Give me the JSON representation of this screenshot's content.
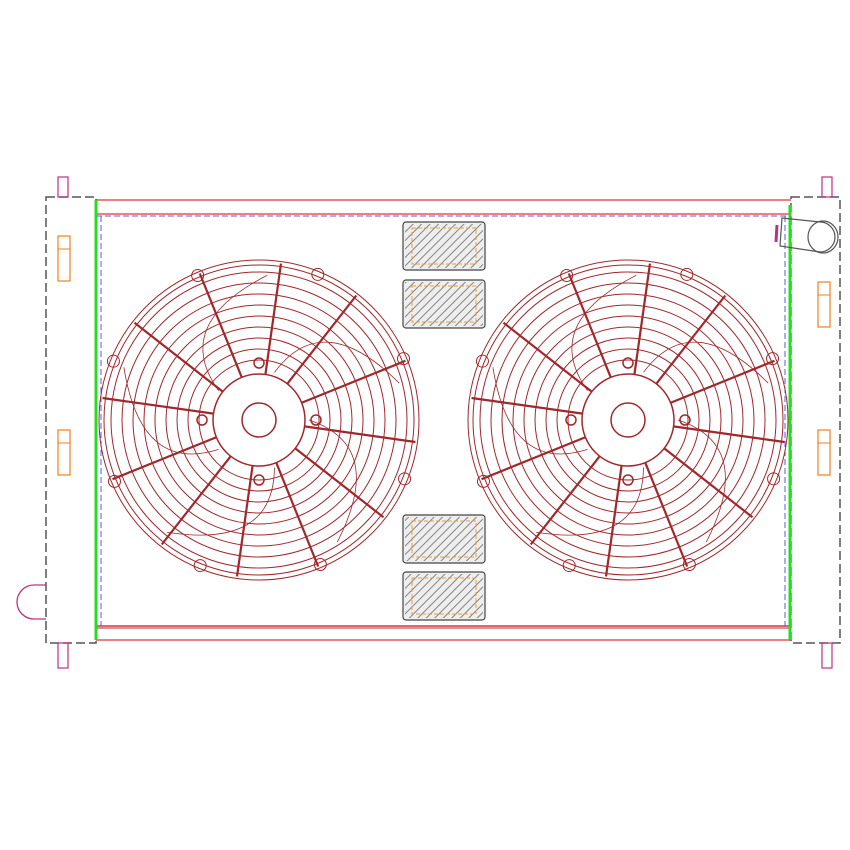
{
  "drawing": {
    "subject": "radiator-with-dual-fans",
    "colors": {
      "fan": "#a0282c",
      "frame": "#e0303a",
      "tank": "#555555",
      "seal": "#22dd22",
      "dash": "#5a5aff",
      "fitting": "#f08020",
      "pipe": "#c03080",
      "hatch": "#555555",
      "label_fill": "#eeeeee"
    },
    "fans": [
      {
        "name": "left-fan",
        "spokes": 12,
        "rings": 9
      },
      {
        "name": "right-fan",
        "spokes": 12,
        "rings": 9
      }
    ],
    "label_plates": 4
  }
}
